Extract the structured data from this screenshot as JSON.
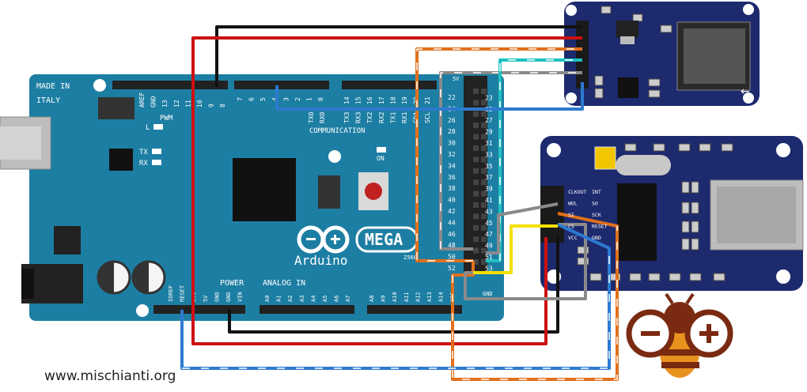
{
  "arduino": {
    "made_in_1": "MADE IN",
    "made_in_2": "ITALY",
    "logo_text": "Arduino",
    "model": "MEGA",
    "model_sub": "2560",
    "communication": "COMMUNICATION",
    "power": "POWER",
    "analog_in": "ANALOG IN",
    "pwm": "PWM",
    "led_l": "L",
    "led_tx": "TX",
    "led_rx": "RX",
    "led_on": "ON",
    "top_left_labels": [
      "AREF",
      "GND",
      "13",
      "12",
      "11",
      "10",
      "9",
      "8"
    ],
    "top_mid_labels": [
      "7",
      "6",
      "5",
      "4",
      "3",
      "2",
      "1",
      "0"
    ],
    "top_comm_labels": [
      "TX0",
      "RX0",
      "TX3",
      "RX3",
      "TX2",
      "RX2",
      "TX1",
      "RX1",
      "SDA",
      "SCL"
    ],
    "top_comm_numbers": [
      "14",
      "15",
      "16",
      "17",
      "18",
      "19",
      "20",
      "21"
    ],
    "power_labels": [
      "IOREF",
      "RESET",
      "3V3",
      "5V",
      "GND",
      "GND",
      "VIN"
    ],
    "analog_labels": [
      "A0",
      "A1",
      "A2",
      "A3",
      "A4",
      "A5",
      "A6",
      "A7"
    ],
    "analog_labels_2": [
      "A8",
      "A9",
      "A10",
      "A11",
      "A12",
      "A13",
      "A14",
      "A15"
    ],
    "right_even": [
      "22",
      "24",
      "26",
      "28",
      "30",
      "32",
      "34",
      "36",
      "38",
      "40",
      "42",
      "44",
      "46",
      "48",
      "50",
      "52"
    ],
    "right_odd": [
      "23",
      "25",
      "27",
      "29",
      "31",
      "33",
      "35",
      "37",
      "39",
      "41",
      "43",
      "45",
      "47",
      "49",
      "51",
      "53"
    ],
    "right_5v": "5V",
    "right_gnd": "GND"
  },
  "enc28j60": {
    "pins_left": [
      "CLKOUT",
      "WOL",
      "SI",
      "CS",
      "VCC"
    ],
    "pins_right": [
      "INT",
      "SO",
      "SCK",
      "RESET",
      "GND"
    ]
  },
  "website": "www.mischianti.org",
  "colors": {
    "board": "#1d7ea3",
    "sd_board": "#1d2a6e",
    "enc_board": "#1d2a6e",
    "wire_black": "#111111",
    "wire_red": "#cc1111",
    "wire_orange": "#e0701c",
    "wire_gray": "#8a8a8a",
    "wire_cyan": "#20c0c0",
    "wire_blue": "#2d7ad0",
    "wire_yellow": "#f5e000",
    "bee_orange": "#e8921e",
    "bee_brown": "#7a2a10"
  }
}
